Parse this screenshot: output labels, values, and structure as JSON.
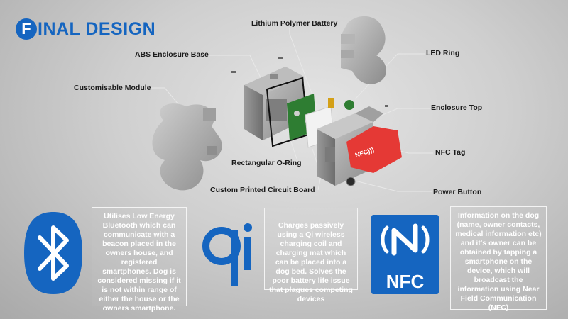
{
  "title": {
    "initial": "F",
    "rest": "INAL DESIGN"
  },
  "labels": {
    "lipo": "Lithium Polymer Battery",
    "abs_base": "ABS Enclosure Base",
    "led_ring": "LED Ring",
    "module": "Customisable Module",
    "enc_top": "Enclosure Top",
    "nfc_tag": "NFC Tag",
    "o_ring": "Rectangular O-Ring",
    "pcb": "Custom Printed Circuit Board",
    "power": "Power Button"
  },
  "nfc_logo": {
    "text": "NFC"
  },
  "info_boxes": {
    "bluetooth": "Utilises Low Energy Bluetooth which can communicate with a beacon placed in the owners house, and registered smartphones. Dog is considered missing if it is not within range of either the house or the owners smartphone.",
    "qi": "Charges passively using a Qi wireless charging coil and charging mat which can be placed into a dog bed. Solves the poor battery life issue that plagues competing devices",
    "nfc": "Information on the dog (name, owner contacts, medical information etc) and it's owner can be obtained by tapping a smartphone on the device, which will broadcast the information using Near Field Communication (NFC)"
  },
  "colors": {
    "brand_blue": "#1565c0",
    "nfc_red": "#e53935"
  }
}
